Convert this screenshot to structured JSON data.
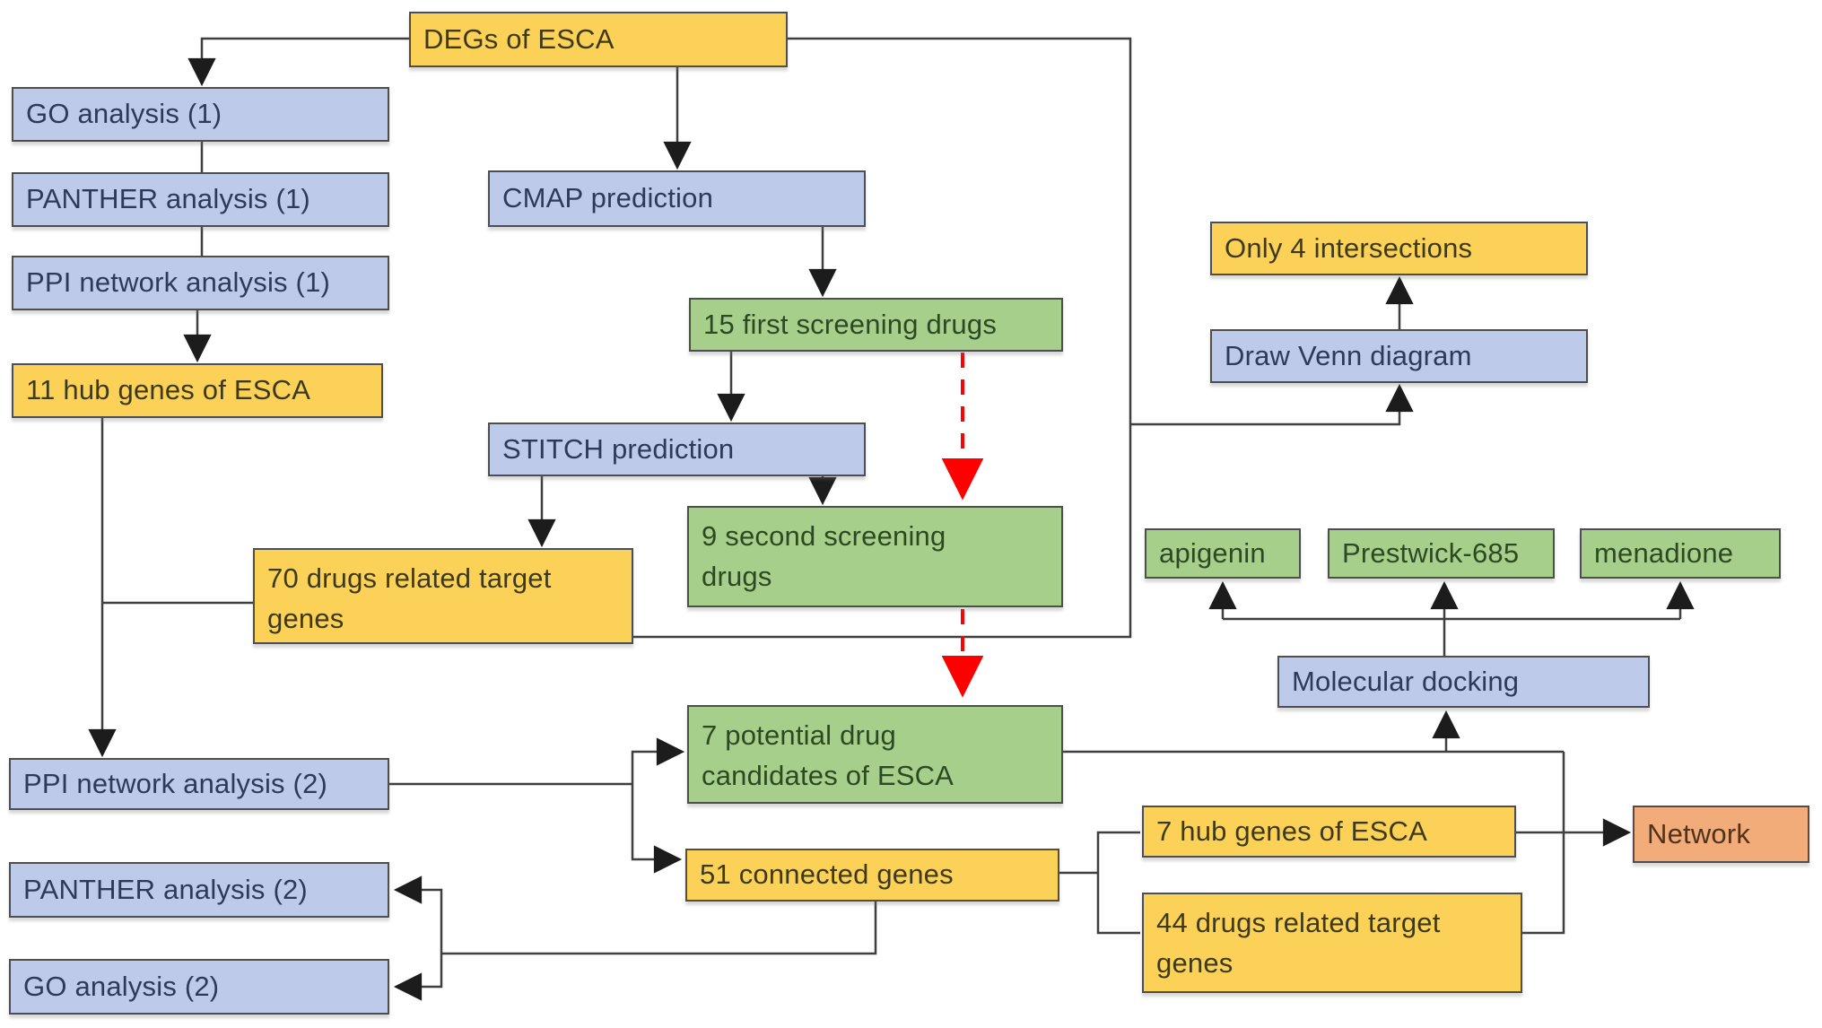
{
  "figure_type": "flowchart",
  "palette": {
    "node_yellow": "#fcd158",
    "node_blue": "#bdcae9",
    "node_green": "#a6cf8c",
    "node_orange": "#f2ac79",
    "node_border": "#4e4e4e",
    "edge_line": "#3f3f3f",
    "dashed_arrow_red": "#fe0000",
    "background": "#ffffff"
  },
  "nodes": {
    "degs": "DEGs of ESCA",
    "go1": "GO analysis (1)",
    "panther1": "PANTHER analysis (1)",
    "ppi1": "PPI network analysis (1)",
    "hub11": "11 hub genes of ESCA",
    "cmap": "CMAP prediction",
    "first15": "15 first screening drugs",
    "stitch": "STITCH prediction",
    "second9": "9 second screening\ndrugs",
    "drugs70": "70 drugs related target\ngenes",
    "only4": "Only 4 intersections",
    "venn": "Draw Venn diagram",
    "apigenin": "apigenin",
    "prestwick": "Prestwick-685",
    "menadione": "menadione",
    "docking": "Molecular docking",
    "ppi2": "PPI network analysis (2)",
    "potential7": "7 potential drug\ncandidates of ESCA",
    "connected51": "51 connected genes",
    "hub7": "7 hub genes of ESCA",
    "drugs44": "44 drugs related target\ngenes",
    "network": "Network",
    "panther2": "PANTHER analysis (2)",
    "go2": "GO analysis (2)"
  }
}
